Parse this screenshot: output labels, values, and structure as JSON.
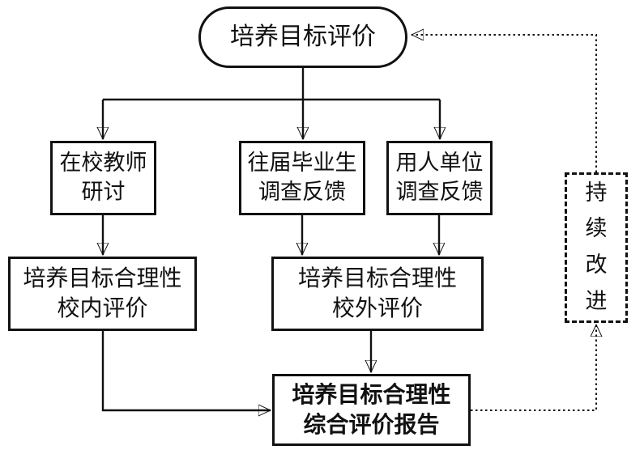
{
  "diagram": {
    "background_color": "#ffffff",
    "line_color": "#111111",
    "nodes": {
      "goal_eval": {
        "label": "培养目标评价"
      },
      "teachers": {
        "line1": "在校教师",
        "line2": "研讨"
      },
      "graduates": {
        "line1": "往届毕业生",
        "line2": "调查反馈"
      },
      "employers": {
        "line1": "用人单位",
        "line2": "调查反馈"
      },
      "internal_eval": {
        "line1": "培养目标合理性",
        "line2": "校内评价"
      },
      "external_eval": {
        "line1": "培养目标合理性",
        "line2": "校外评价"
      },
      "report": {
        "line1": "培养目标合理性",
        "line2": "综合评价报告"
      },
      "improve": {
        "label": "持续改进"
      }
    }
  }
}
